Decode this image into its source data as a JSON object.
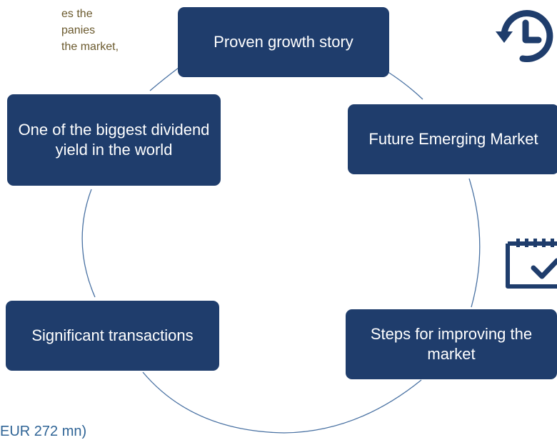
{
  "background_text": {
    "lines": [
      "es the",
      "panies",
      "the market,"
    ],
    "bottom_fragment": "EUR 272 mn)"
  },
  "nodes": {
    "top": "Proven growth story",
    "right": "Future Emerging Market",
    "right_bottom": "Steps for improving the market",
    "left_bottom": "Significant transactions",
    "left_top": "One of the biggest dividend yield in the world"
  },
  "icons": [
    "history-clock-icon",
    "calendar-check-icon"
  ],
  "colors": {
    "node_fill": "#1f3d6c",
    "node_text": "#ffffff",
    "connector": "#4a72a3",
    "background_text": "#6b5a2e"
  }
}
